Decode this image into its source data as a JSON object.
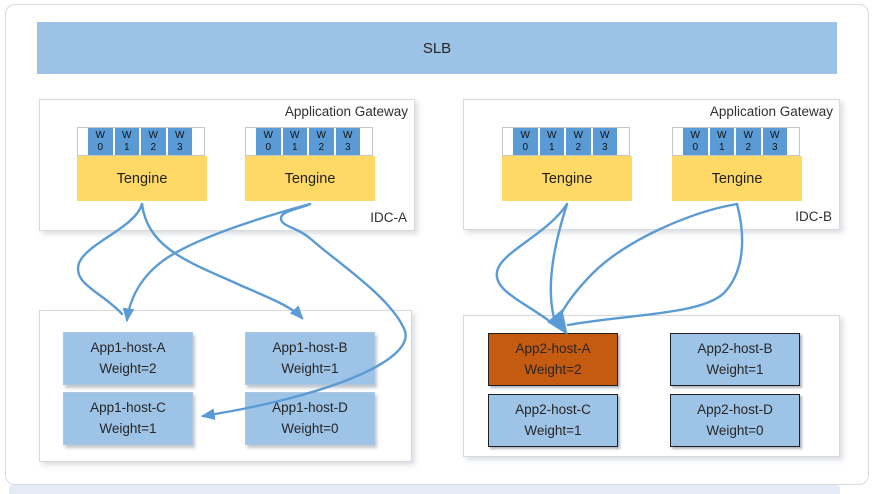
{
  "slb": {
    "label": "SLB"
  },
  "worker": {
    "letter": "W",
    "slots": [
      "0",
      "1",
      "2",
      "3"
    ]
  },
  "gateways": [
    {
      "name": "Application Gateway",
      "idc": "IDC-A",
      "tengines": [
        "Tengine",
        "Tengine"
      ]
    },
    {
      "name": "Application Gateway",
      "idc": "IDC-B",
      "tengines": [
        "Tengine",
        "Tengine"
      ]
    }
  ],
  "clusters": [
    {
      "hosts": [
        {
          "name": "App1-host-A",
          "weight": "Weight=2"
        },
        {
          "name": "App1-host-B",
          "weight": "Weight=1"
        },
        {
          "name": "App1-host-C",
          "weight": "Weight=1"
        },
        {
          "name": "App1-host-D",
          "weight": "Weight=0"
        }
      ]
    },
    {
      "hosts": [
        {
          "name": "App2-host-A",
          "weight": "Weight=2",
          "highlighted": true
        },
        {
          "name": "App2-host-B",
          "weight": "Weight=1"
        },
        {
          "name": "App2-host-C",
          "weight": "Weight=1"
        },
        {
          "name": "App2-host-D",
          "weight": "Weight=0"
        }
      ]
    }
  ],
  "colors": {
    "slb_bar": "#9cc2e5",
    "worker_cell_blue": "#5b9bd5",
    "tengine_yellow": "#ffd966",
    "host_blue": "#9dc3e6",
    "highlight_orange": "#c55a11",
    "arrow_blue": "#5b9bd5"
  }
}
